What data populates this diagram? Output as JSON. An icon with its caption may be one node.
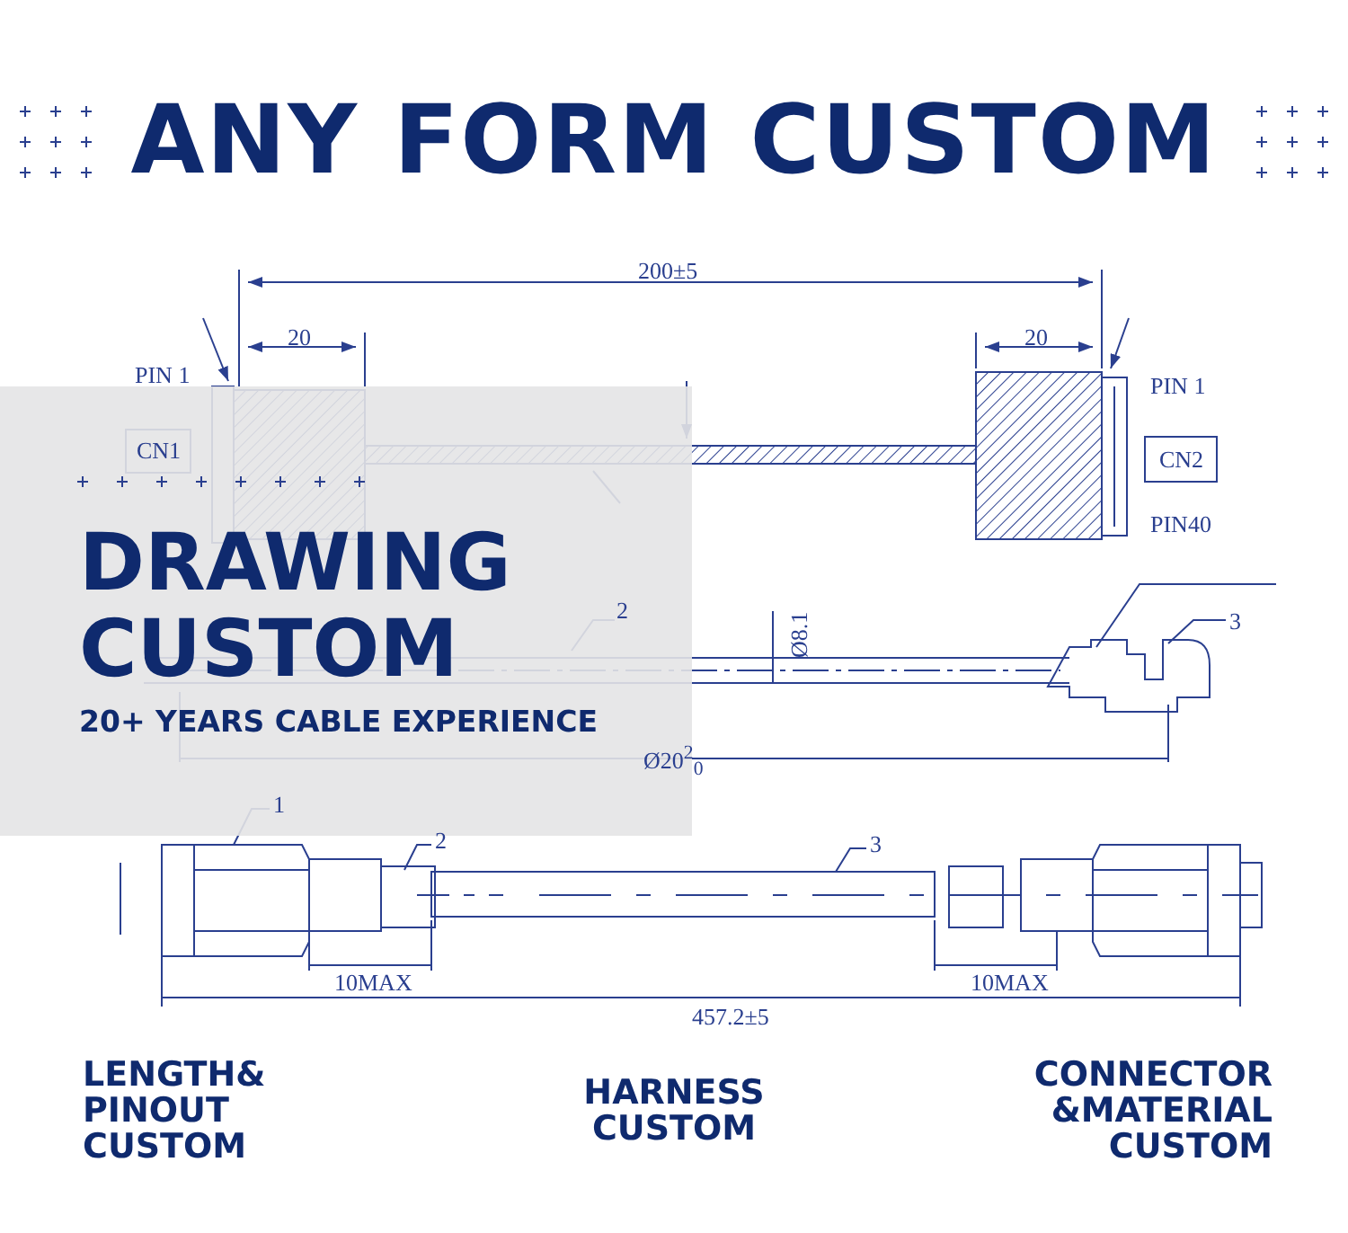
{
  "diagram": {
    "title": "ANY FORM CUSTOM",
    "nodes": [
      {
        "text": [
          "DRAWING CUSTOM",
          "20+ YEARS CABLE EXPERIENCE"
        ]
      }
    ],
    "labels": [
      "200±5",
      "20",
      "20",
      "PIN 1",
      "CN1",
      "PIN 1",
      "CN2",
      "PIN40",
      "2",
      "Ø8.1",
      "3",
      "Ø20$^{2}$$_{0}$",
      "1",
      "2",
      "3",
      "10MAX",
      "10MAX",
      "457.2±5",
      "LENGTH& PINOUT CUSTOM",
      "HARNESS CUSTOM",
      "CONNECTOR &MATERIAL CUSTOM"
    ]
  }
}
